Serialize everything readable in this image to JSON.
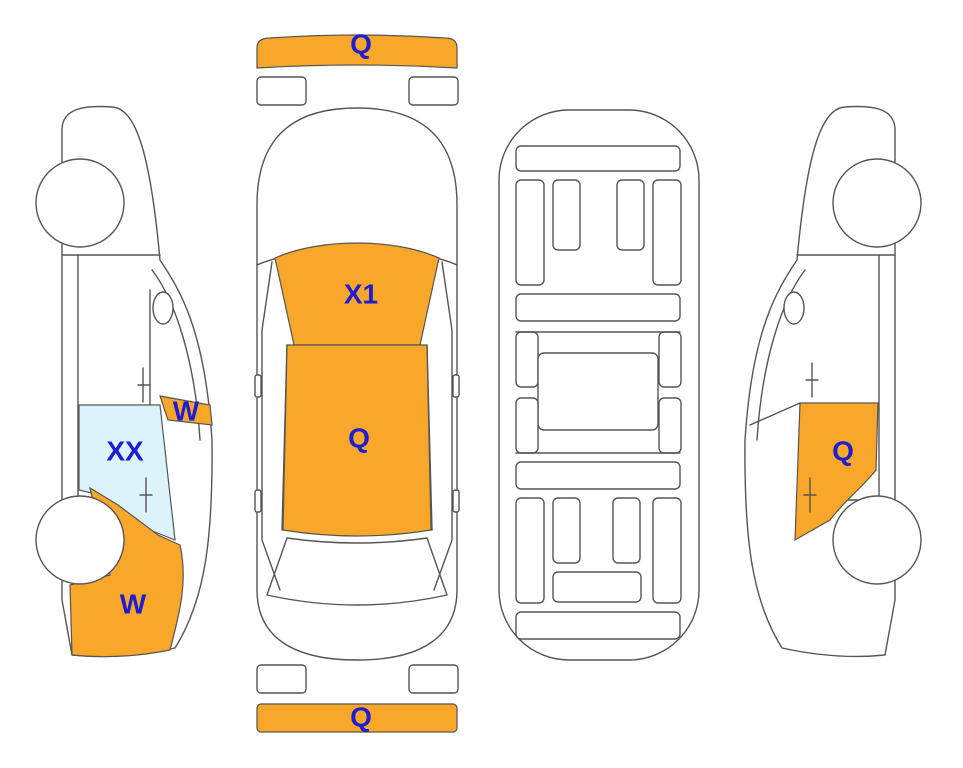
{
  "colors": {
    "damage_q": "#f9a72b",
    "damage_xx": "#ddf3fb",
    "label": "#1d1ed0",
    "outline": "#555555"
  },
  "labels": {
    "front_bumper": "Q",
    "rear_bumper": "Q",
    "windshield": "X1",
    "roof": "Q",
    "left_front_door": "W",
    "left_window": "XX",
    "left_fender": "W",
    "right_door": "Q"
  }
}
